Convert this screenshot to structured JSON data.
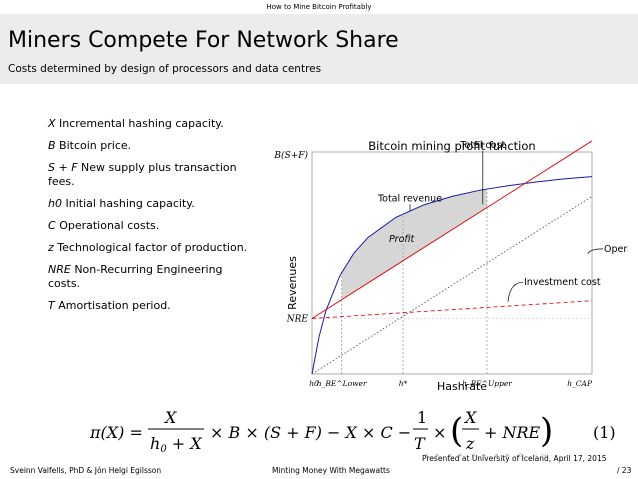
{
  "header": {
    "section": "How to Mine Bitcoin Profitably"
  },
  "frame": {
    "title": "Miners Compete For Network Share",
    "subtitle": "Costs determined by design of processors and data centres"
  },
  "definitions": [
    {
      "symbol": "X",
      "text": "Incremental hashing capacity."
    },
    {
      "symbol": "B",
      "text": "Bitcoin price."
    },
    {
      "symbol": "S + F",
      "text": "New supply plus transaction fees."
    },
    {
      "symbol": "h0",
      "text": "Initial hashing capacity."
    },
    {
      "symbol": "C",
      "text": "Operational costs."
    },
    {
      "symbol": "z",
      "text": "Technological factor of production."
    },
    {
      "symbol": "NRE",
      "text": "Non-Recurring Engineering costs."
    },
    {
      "symbol": "T",
      "text": "Amortisation period."
    }
  ],
  "chart_data": {
    "type": "line",
    "title": "Bitcoin mining profit function",
    "xlabel": "Hashrate",
    "ylabel": "Revenues",
    "grid": false,
    "x_ticks": [
      "h0",
      "h_BE^Lower",
      "h*",
      "h_BE^Upper",
      "h_CAP"
    ],
    "y_ticks": [
      "B(S+F)",
      "NRE"
    ],
    "xlim": [
      0,
      1
    ],
    "ylim": [
      0,
      1
    ],
    "series": [
      {
        "name": "Total revenue",
        "color": "#1a1aa0",
        "x": [
          0,
          0.025,
          0.05,
          0.1,
          0.15,
          0.2,
          0.3,
          0.4,
          0.5,
          0.6,
          0.7,
          0.8,
          0.9,
          1.0
        ],
        "y": [
          0,
          0.167,
          0.286,
          0.444,
          0.545,
          0.615,
          0.706,
          0.762,
          0.8,
          0.828,
          0.848,
          0.865,
          0.879,
          0.889
        ]
      },
      {
        "name": "Total cost",
        "color": "#dd1111",
        "x": [
          0,
          1.0
        ],
        "y": [
          0.25,
          1.05
        ]
      },
      {
        "name": "Operational cost",
        "color": "#555555",
        "x": [
          0,
          1.0
        ],
        "y": [
          0,
          0.8
        ]
      },
      {
        "name": "Investment cost",
        "color": "#dd1111",
        "x": [
          0,
          1.0
        ],
        "y": [
          0.25,
          0.33
        ]
      }
    ],
    "annotations": [
      {
        "label": "Total cost"
      },
      {
        "label": "Total revenue"
      },
      {
        "label": "Profit"
      },
      {
        "label": "Operational cost"
      },
      {
        "label": "Investment cost"
      }
    ],
    "markers": [
      0.106,
      0.325,
      0.625
    ]
  },
  "formula": {
    "number": "(1)"
  },
  "footer": {
    "authors": "Sveinn Valfells, PhD & Jón Helgi Egilsson",
    "talk": "Minting Money With Megawatts",
    "presented": "Presented at University of Iceland, April 17, 2015",
    "page": "/ 23"
  }
}
